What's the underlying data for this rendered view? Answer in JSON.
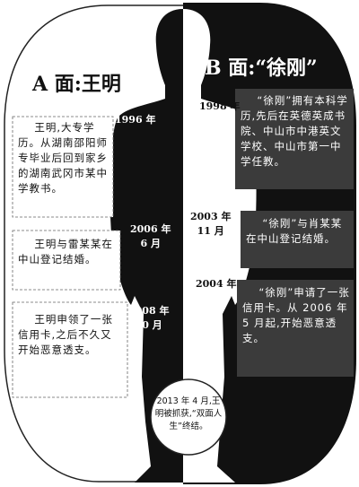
{
  "title_a": "A 面:王明",
  "title_b": "B 面:“徐刚”",
  "events_a": [
    {
      "year": "1996 年",
      "text": "王明,大专学历。从湖南邵阳师专毕业后回到家乡的湖南武冈市某中学教书。"
    },
    {
      "year": "2006 年\n6 月",
      "text": "王明与雷某某在中山登记结婚。"
    },
    {
      "year": "2008 年\n10 月",
      "text": "王明申领了一张信用卡,之后不久又开始恶意透支。"
    }
  ],
  "events_b": [
    {
      "year": "1998 年",
      "text": "“徐刚”拥有本科学历,先后在英德英成书院、中山市中港英文学校、中山市第一中学任教。"
    },
    {
      "year": "2003 年\n11 月",
      "text": "“徐刚”与肖某某在中山登记结婚。"
    },
    {
      "year": "2004 年",
      "text": "“徐刚”申请了一张信用卡。从 2006 年 5 月起,开始恶意透支。"
    }
  ],
  "final": {
    "text": "2013 年 4 月,王明被抓获,“双面人生”终结。"
  },
  "colors": {
    "black": "#111111",
    "dark_box": "#3b3b3b",
    "light_box": "#ffffff",
    "paper": "#ffffff"
  }
}
